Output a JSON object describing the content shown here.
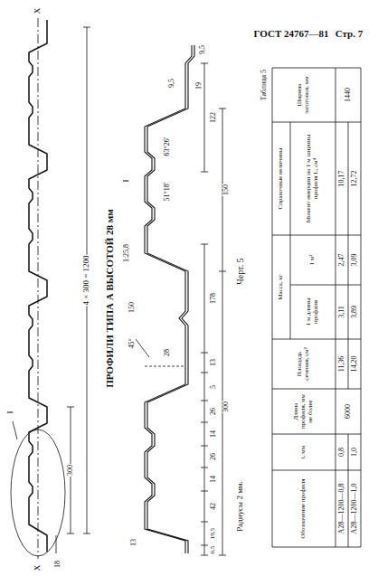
{
  "diagram": {
    "title": "ПРОФИЛИ ТИПА А ВЫСОТОЙ 28 мм",
    "caption": "Черт. 5",
    "labels": [
      "ГОСТ 24767—81",
      "Стр. 7",
      "X",
      "X",
      "I",
      "4 × 300 = 1200",
      "300",
      "18",
      "I",
      "1:25,8",
      "45°",
      "150",
      "150",
      "300",
      "178",
      "122",
      "63°26′",
      "51°18′",
      "19",
      "9,5",
      "9,5",
      "28",
      "13",
      "0,5",
      "19,5",
      "42",
      "14",
      "26",
      "14",
      "26",
      "5",
      "13",
      "Радиусы 2 мм.",
      "Таблица 5",
      "Обозначение профиля",
      "l, мм",
      "Длина профиля, мм не более",
      "Площадь сечения, см²",
      "Масса, кг",
      "1 м длины профиля",
      "1 м²",
      "Справочные величины",
      "Момент инерции на 1 м ширины профиля Iₓ, см⁴",
      "Ширина заготовки, мм",
      "А28—1200—0,8",
      "0,8",
      "6000",
      "11,36",
      "3,11",
      "2,47",
      "10,17",
      "1440",
      "А28—1200—1,0",
      "1,0",
      "14,20",
      "3,89",
      "3,09",
      "12,72"
    ]
  }
}
